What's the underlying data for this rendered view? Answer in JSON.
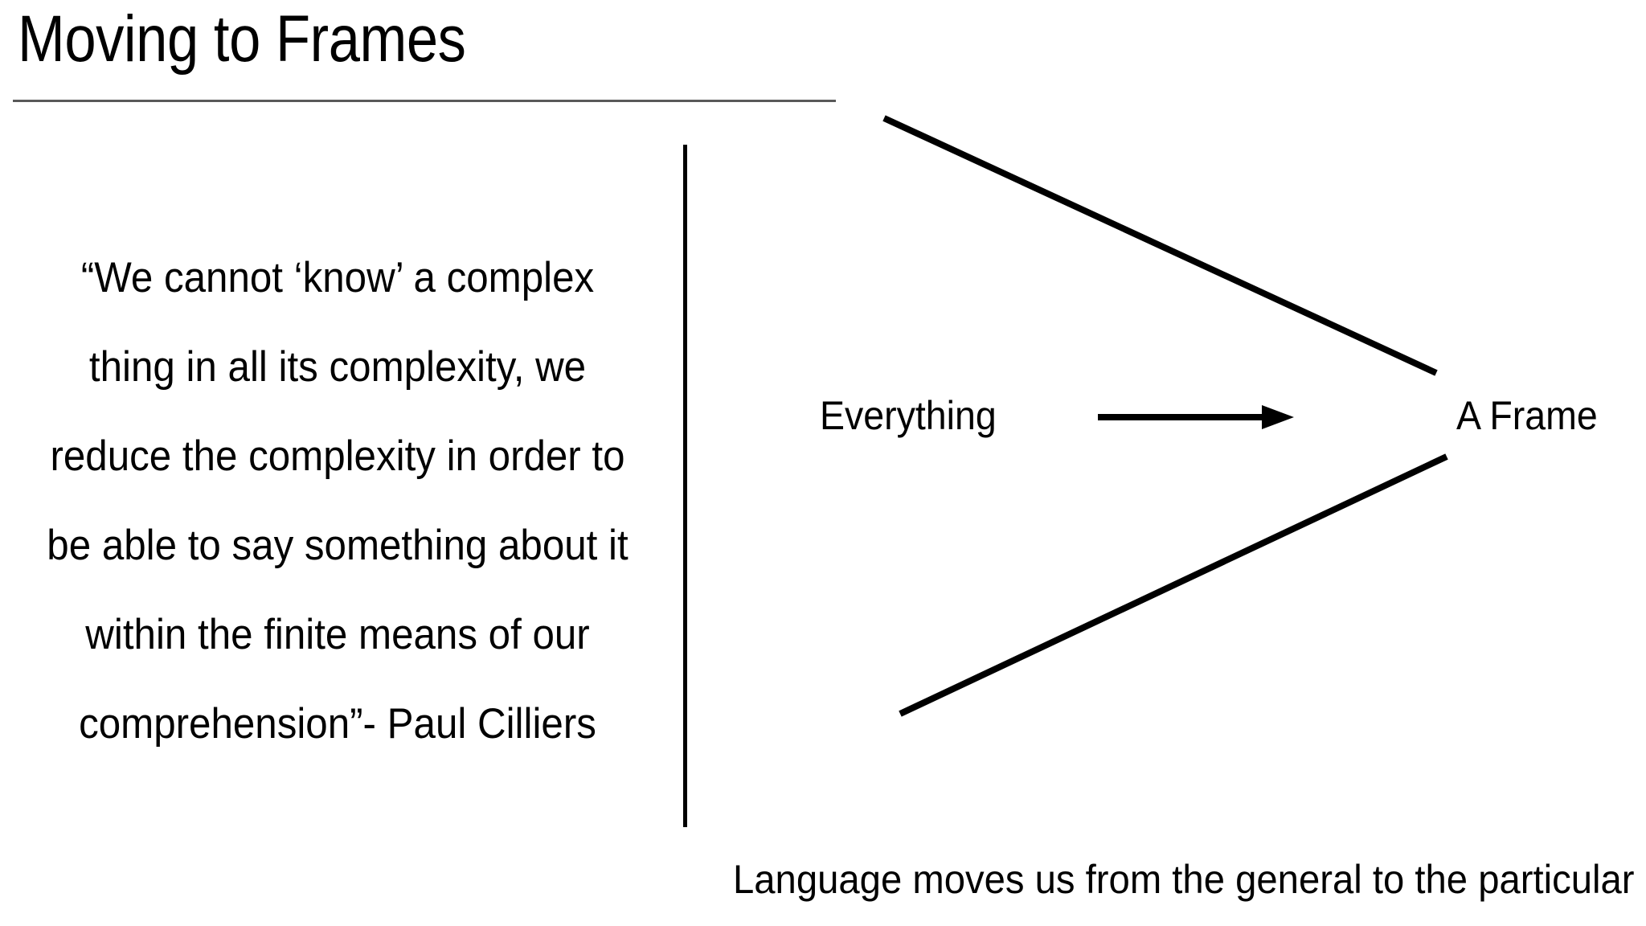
{
  "slide": {
    "title": "Moving to Frames",
    "background_color": "#ffffff",
    "text_color": "#000000",
    "rule_color": "#595959"
  },
  "quote": {
    "lines": [
      "“We cannot ‘know’ a complex",
      "thing in all its complexity, we",
      "reduce the complexity in order to",
      "be able to say something about it",
      "within the finite means of our",
      "comprehension”- Paul Cilliers"
    ],
    "full_text": "“We cannot ‘know’ a complex thing in all its complexity, we reduce the complexity in order to be able to say something about it within the finite means of our comprehension”- Paul Cilliers",
    "attribution": "- Paul Cilliers"
  },
  "diagram": {
    "source_label": "Everything",
    "target_label": "A Frame",
    "arrow_label": "",
    "line_color": "#000000"
  },
  "caption": {
    "text": "Language moves us from the general to the particular"
  }
}
